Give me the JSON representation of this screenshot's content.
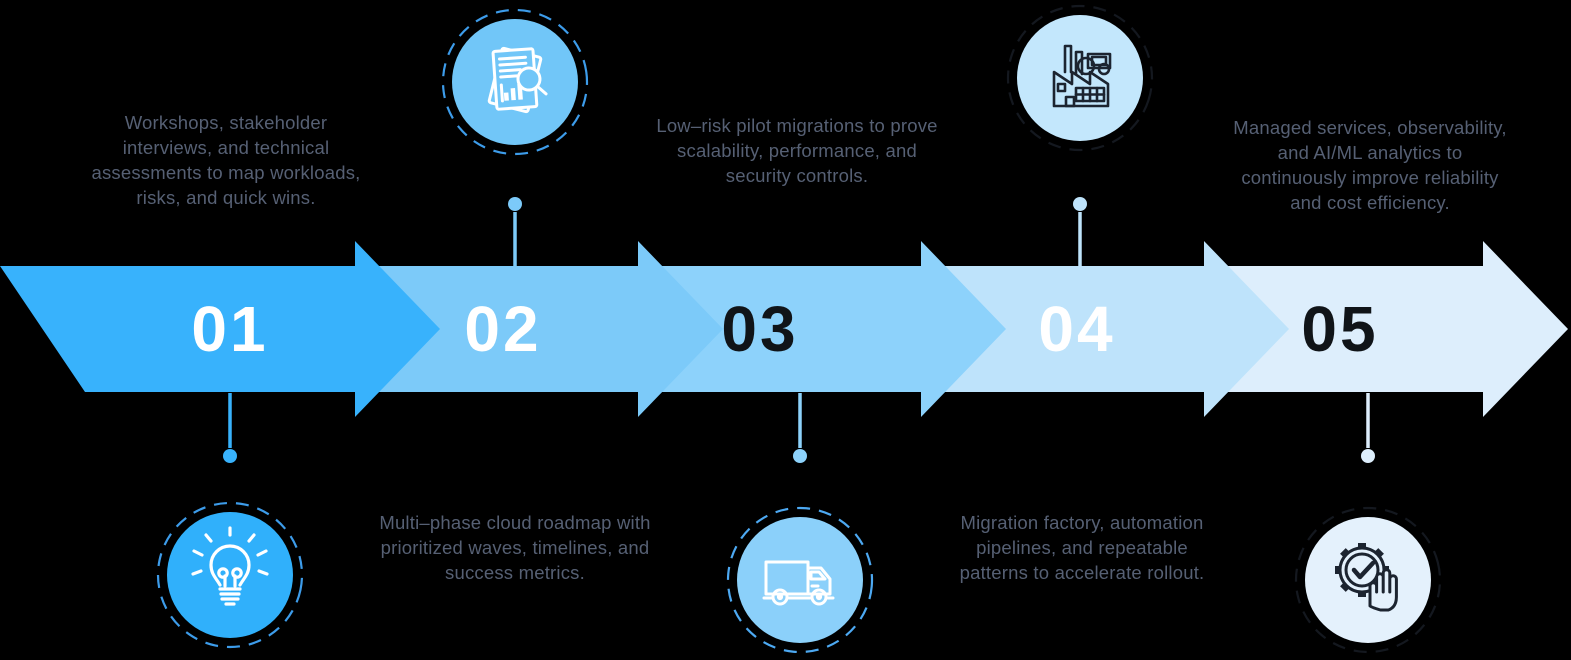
{
  "diagram": {
    "type": "process-timeline",
    "background_color": "#000000",
    "text_color": "#566074",
    "steps": [
      {
        "number": "01",
        "number_color": "#ffffff",
        "arrow_color": "#38b2fc",
        "icon": "lightbulb-icon",
        "icon_position": "bottom",
        "icon_circle_color": "#30b0fb",
        "ring_color": "#3d9cea",
        "connector_color": "#38b2fc",
        "description": "Workshops, stakeholder\ninterviews, and technical\nassessments to map workloads,\nrisks, and quick wins."
      },
      {
        "number": "02",
        "number_color": "#ffffff",
        "arrow_color": "#7ccaf9",
        "icon": "assessment-report-icon",
        "icon_position": "top",
        "icon_circle_color": "#71c6f8",
        "ring_color": "#3d9cea",
        "connector_color": "#7ccaf9",
        "description": "Multi–phase cloud roadmap with\nprioritized waves, timelines, and\nsuccess metrics."
      },
      {
        "number": "03",
        "number_color": "#101418",
        "arrow_color": "#8dd2fb",
        "icon": "truck-icon",
        "icon_position": "bottom",
        "icon_circle_color": "#8bd0fa",
        "ring_color": "#4da9f2",
        "connector_color": "#8dd2fb",
        "description": "Low–risk pilot migrations to prove\nscalability, performance, and\nsecurity controls."
      },
      {
        "number": "04",
        "number_color": "#ffffff",
        "arrow_color": "#bee3fb",
        "icon": "factory-icon",
        "icon_position": "top",
        "icon_circle_color": "#c3e7fc",
        "ring_color": "#14181f",
        "connector_color": "#bee3fb",
        "description": "Migration factory, automation\npipelines, and repeatable\npatterns to accelerate rollout."
      },
      {
        "number": "05",
        "number_color": "#101418",
        "arrow_color": "#ddeefc",
        "icon": "gear-check-hand-icon",
        "icon_position": "bottom",
        "icon_circle_color": "#e4f1fc",
        "ring_color": "#14181f",
        "connector_color": "#ddeefc",
        "description": "Managed services, observability,\nand AI/ML analytics to\ncontinuously improve reliability\nand cost efficiency."
      }
    ]
  }
}
